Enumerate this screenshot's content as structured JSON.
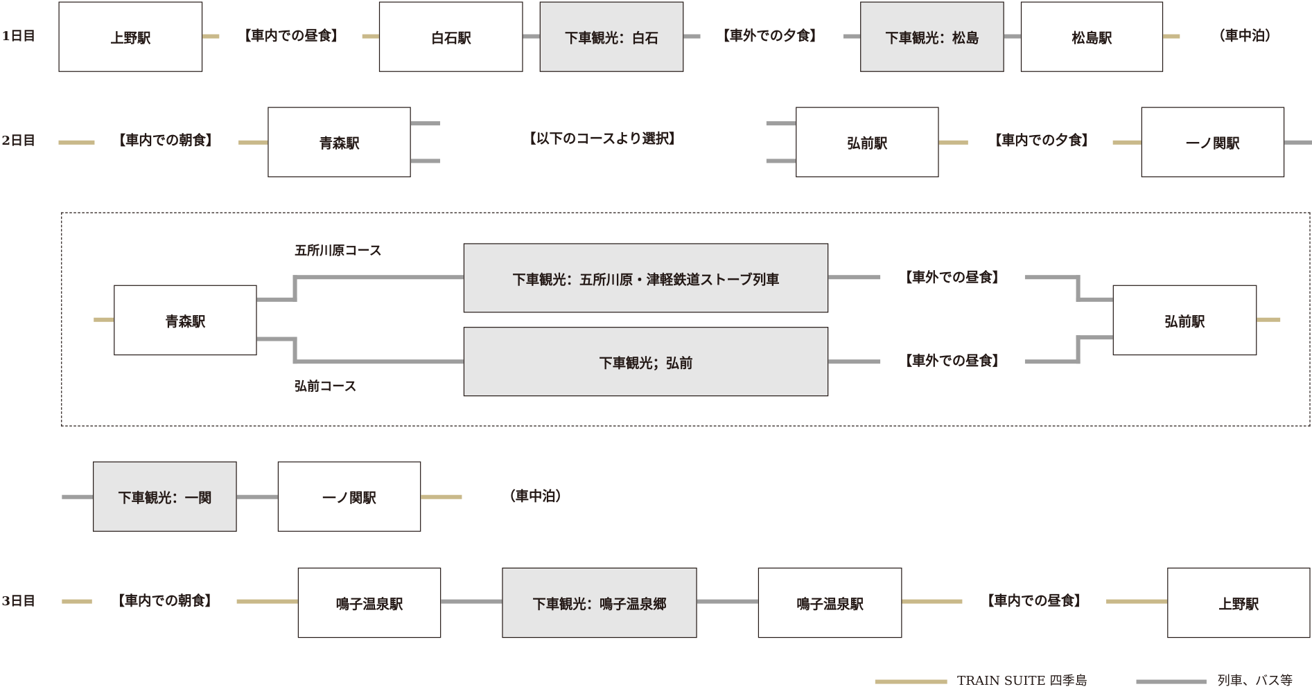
{
  "colors": {
    "train_suite": "#c9b98a",
    "other_transport": "#9e9e9e",
    "sightseeing_box": "#e6e6e6"
  },
  "day1": {
    "label": "1日目",
    "start": "上野駅",
    "meal1": "【車内での昼食】",
    "st2": "白石駅",
    "sight1": "下車観光：白石",
    "meal2": "【車外での夕食】",
    "sight2": "下車観光：松島",
    "st3": "松島駅",
    "night": "（車中泊）"
  },
  "day2": {
    "label": "2日目",
    "meal1": "【車内での朝食】",
    "st1": "青森駅",
    "choose": "【以下のコースより選択】",
    "st2": "弘前駅",
    "meal2": "【車内での夕食】",
    "st3": "一ノ関駅"
  },
  "courses": {
    "start": "青森駅",
    "course_a_label": "五所川原コース",
    "course_a_sight": "下車観光：五所川原・津軽鉄道ストーブ列車",
    "course_a_meal": "【車外での昼食】",
    "course_b_label": "弘前コース",
    "course_b_sight": "下車観光；弘前",
    "course_b_meal": "【車外での昼食】",
    "end": "弘前駅"
  },
  "day2b": {
    "sight": "下車観光：一関",
    "st": "一ノ関駅",
    "night": "（車中泊）"
  },
  "day3": {
    "label": "3日目",
    "meal1": "【車内での朝食】",
    "st1": "鳴子温泉駅",
    "sight": "下車観光：鳴子温泉郷",
    "st2": "鳴子温泉駅",
    "meal2": "【車内での昼食】",
    "end": "上野駅"
  },
  "legend": {
    "train_suite": "TRAIN SUITE 四季島",
    "other": "列車、バス等"
  }
}
